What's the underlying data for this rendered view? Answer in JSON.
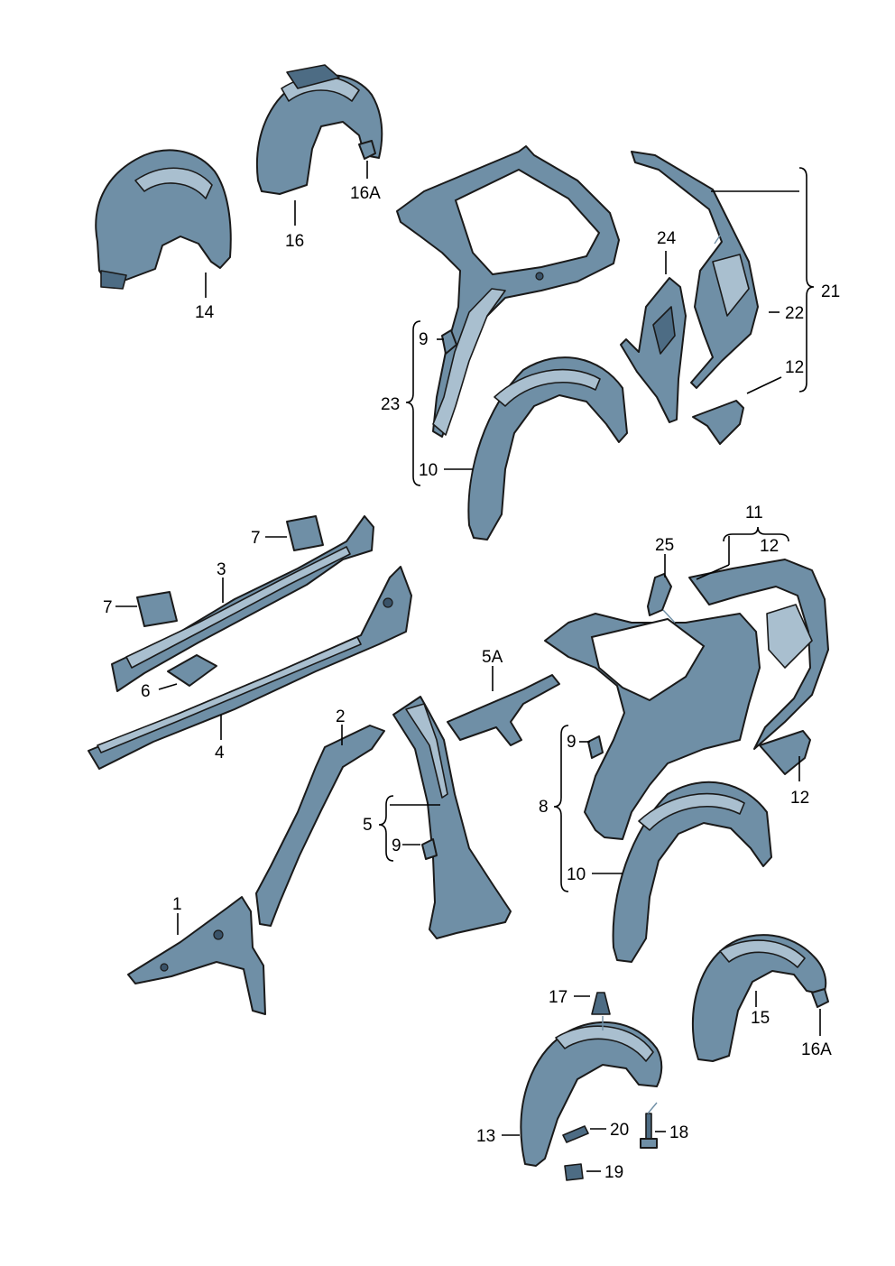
{
  "parts": [
    {
      "id": "p14",
      "label": "14"
    },
    {
      "id": "p16",
      "label": "16"
    },
    {
      "id": "p16a_top",
      "label": "16A"
    },
    {
      "id": "p21",
      "label": "21"
    },
    {
      "id": "p22",
      "label": "22"
    },
    {
      "id": "p24",
      "label": "24"
    },
    {
      "id": "p12_top",
      "label": "12"
    },
    {
      "id": "p9_top",
      "label": "9"
    },
    {
      "id": "p23",
      "label": "23"
    },
    {
      "id": "p10_top",
      "label": "10"
    },
    {
      "id": "p7_top",
      "label": "7"
    },
    {
      "id": "p3",
      "label": "3"
    },
    {
      "id": "p7_mid",
      "label": "7"
    },
    {
      "id": "p6",
      "label": "6"
    },
    {
      "id": "p4",
      "label": "4"
    },
    {
      "id": "p2",
      "label": "2"
    },
    {
      "id": "p5a",
      "label": "5A"
    },
    {
      "id": "p5",
      "label": "5"
    },
    {
      "id": "p9_mid",
      "label": "9"
    },
    {
      "id": "p1",
      "label": "1"
    },
    {
      "id": "p11",
      "label": "11"
    },
    {
      "id": "p12_mid",
      "label": "12"
    },
    {
      "id": "p25",
      "label": "25"
    },
    {
      "id": "p9_right",
      "label": "9"
    },
    {
      "id": "p8",
      "label": "8"
    },
    {
      "id": "p12_right",
      "label": "12"
    },
    {
      "id": "p10_bottom",
      "label": "10"
    },
    {
      "id": "p17",
      "label": "17"
    },
    {
      "id": "p15",
      "label": "15"
    },
    {
      "id": "p16a_bottom",
      "label": "16A"
    },
    {
      "id": "p20",
      "label": "20"
    },
    {
      "id": "p18",
      "label": "18"
    },
    {
      "id": "p13",
      "label": "13"
    },
    {
      "id": "p19",
      "label": "19"
    }
  ]
}
